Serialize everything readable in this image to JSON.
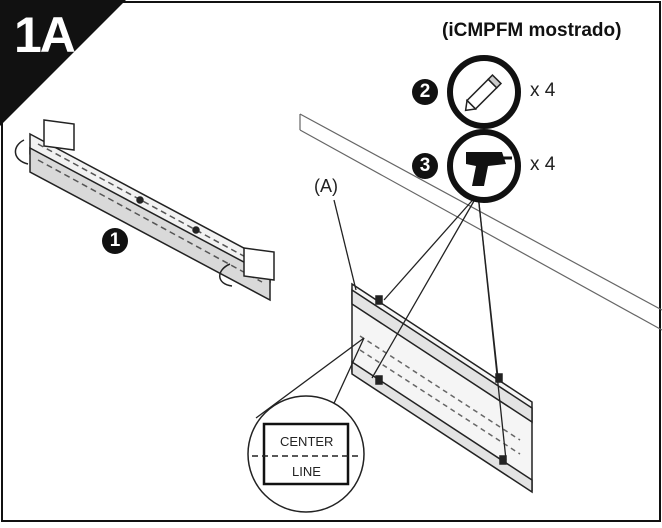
{
  "step": {
    "label": "1A"
  },
  "caption": "(iCMPFM mostrado)",
  "parts": [
    {
      "number": "1",
      "icon": "wall-mount-bracket"
    },
    {
      "number": "2",
      "icon": "pencil-icon",
      "quantity": "x 4"
    },
    {
      "number": "3",
      "icon": "drill-icon",
      "quantity": "x 4"
    }
  ],
  "callout": "(A)",
  "detail": {
    "top_text": "CENTER",
    "bottom_text": "LINE"
  }
}
